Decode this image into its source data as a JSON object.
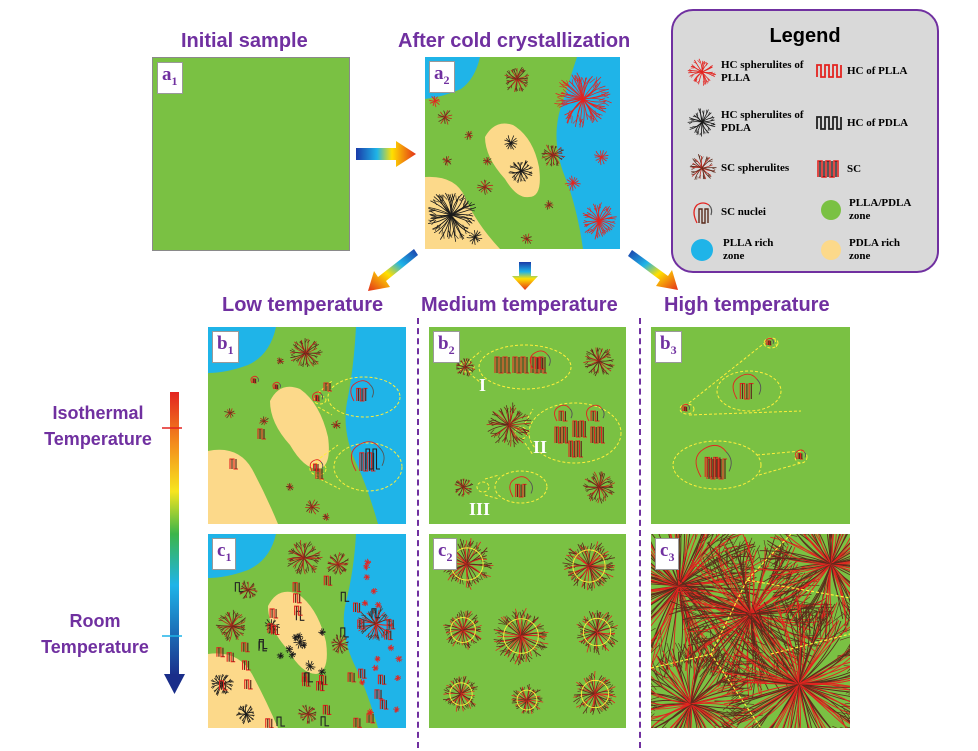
{
  "titles": {
    "initial": "Initial sample",
    "after": "After cold crystallization",
    "low": "Low temperature",
    "medium": "Medium temperature",
    "high": "High temperature"
  },
  "panels": {
    "a1": {
      "letter": "a",
      "sub": "1"
    },
    "a2": {
      "letter": "a",
      "sub": "2"
    },
    "b1": {
      "letter": "b",
      "sub": "1"
    },
    "b2": {
      "letter": "b",
      "sub": "2"
    },
    "b3": {
      "letter": "b",
      "sub": "3"
    },
    "c1": {
      "letter": "c",
      "sub": "1"
    },
    "c2": {
      "letter": "c",
      "sub": "2"
    },
    "c3": {
      "letter": "c",
      "sub": "3"
    }
  },
  "legend": {
    "title": "Legend",
    "items": [
      {
        "text": "HC spherulites of PLLA",
        "icon": "red-spherulite"
      },
      {
        "text": "HC of PLLA",
        "icon": "red-lamella"
      },
      {
        "text": "HC spherulites of PDLA",
        "icon": "black-spherulite"
      },
      {
        "text": "HC of PDLA",
        "icon": "black-lamella"
      },
      {
        "text": "SC spherulites",
        "icon": "sc-spherulite"
      },
      {
        "text": "SC",
        "icon": "sc-lamella"
      },
      {
        "text": "SC nuclei",
        "icon": "sc-nuclei"
      },
      {
        "text": "PLLA/PDLA zone",
        "icon": "green-dot"
      },
      {
        "text": "PLLA rich zone",
        "icon": "blue-dot"
      },
      {
        "text": "PDLA rich zone",
        "icon": "yellow-dot"
      }
    ]
  },
  "roman": [
    "I",
    "II",
    "III"
  ],
  "temperature_axis": {
    "top": "Isothermal Temperature",
    "bottom": "Room Temperature"
  },
  "colors": {
    "green_zone": "#7ac143",
    "plla_rich": "#1fb4e8",
    "pdla_rich": "#fcd98a",
    "title_purple": "#7030a0",
    "sc_brown": "#5b2b1c",
    "hc_red": "#e32420"
  }
}
